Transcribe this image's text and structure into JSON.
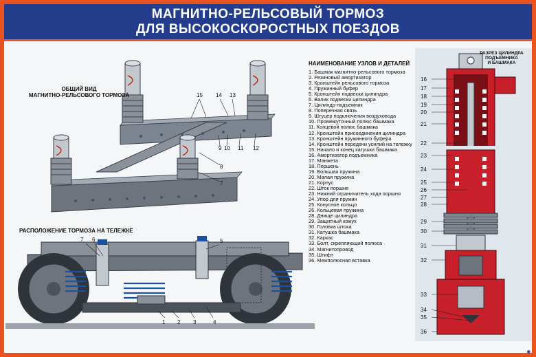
{
  "title": {
    "line1": "МАГНИТНО-РЕЛЬСОВЫЙ ТОРМОЗ",
    "line2": "ДЛЯ ВЫСОКОСКОРОСТНЫХ ПОЕЗДОВ"
  },
  "general_view": {
    "label_line1": "ОБЩИЙ ВИД",
    "label_line2": "МАГНИТНО-РЕЛЬСОВОГО ТОРМОЗА",
    "callouts": [
      "15",
      "14",
      "13",
      "9",
      "10",
      "11",
      "12",
      "8",
      "7"
    ]
  },
  "bogie_view": {
    "label": "РАСПОЛОЖЕНИЕ ТОРМОЗА НА ТЕЛЕЖКЕ",
    "callouts": [
      "7",
      "6",
      "5",
      "1",
      "2",
      "3",
      "4"
    ]
  },
  "parts": {
    "title": "НАИМЕНОВАНИЕ УЗЛОВ И ДЕТАЛЕЙ",
    "items": [
      "1. Башмак магнитно-рельсового тормоза",
      "2. Резиновый амортизатор",
      "3. Кронштейн рельсового тормоза",
      "4. Пружинный буфер",
      "5. Кронштейн подвески цилиндра",
      "6. Валик подвески цилиндра",
      "7. Цилиндр-подъемник",
      "8. Поперечная связь",
      "9. Штуцер подключения воздуховода",
      "10. Промежуточный полюс башмака",
      "11. Концевой полюс башмака",
      "12. Кронштейн присоединения цилиндра",
      "13. Кронштейн пружинного буфера",
      "14. Кронштейн передачи усилий на тележку",
      "15. Начало и конец катушки башмака",
      "16. Амортизатор подъемника",
      "17. Манжета",
      "18. Поршень",
      "19. Большая пружина",
      "20. Малая пружина",
      "21. Корпус",
      "22. Шток поршня",
      "23. Нижний ограничитель хода поршня",
      "24. Упор для пружин",
      "25. Конусное кольцо",
      "26. Кольцевая пружина",
      "28. Днище цилиндра",
      "29. Защитный кожух",
      "30. Головка штока",
      "31. Катушка башмака",
      "32. Каркас",
      "33. Болт, скрепляющий полюса",
      "34. Магнитопровод",
      "35. Штифт",
      "36. Межполюсная вставка"
    ]
  },
  "cross_section": {
    "title_line1": "РАЗРЕЗ ЦИЛИНДРА",
    "title_line2": "ПОДЪЕМНИКА",
    "title_line3": "И БАШМАКА",
    "callouts": [
      "16",
      "17",
      "18",
      "19",
      "20",
      "21",
      "22",
      "23",
      "24",
      "25",
      "26",
      "27",
      "28",
      "29",
      "30",
      "31",
      "32",
      "33",
      "34",
      "35",
      "36"
    ]
  },
  "colors": {
    "header": "#233c8c",
    "border": "#e8531f",
    "metal": "#7d8590",
    "section_red": "#c8202a"
  }
}
